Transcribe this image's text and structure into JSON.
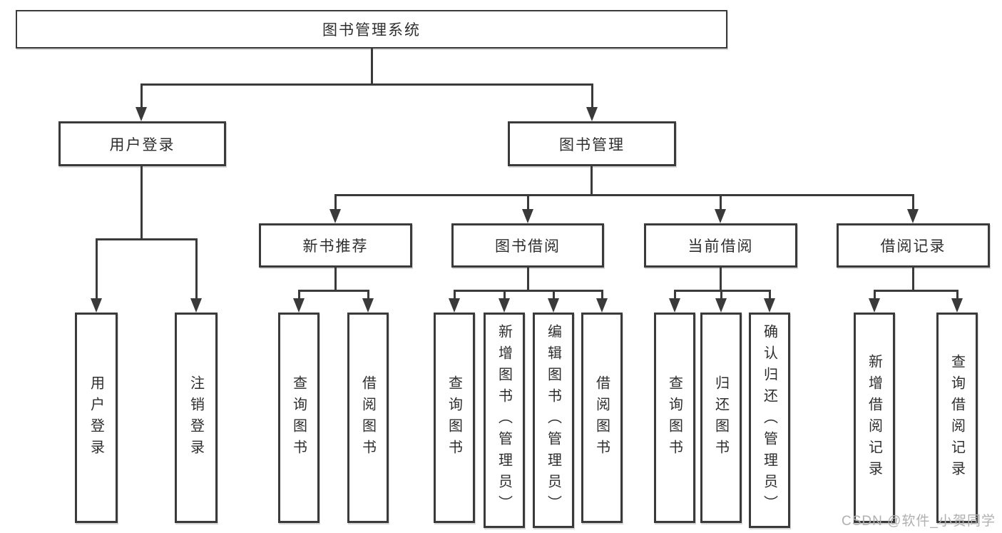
{
  "nodes": {
    "root": "图书管理系统",
    "user_login": "用户登录",
    "book_mgmt": "图书管理",
    "new_book_rec": "新书推荐",
    "book_borrow": "图书借阅",
    "current_borrow": "当前借阅",
    "borrow_records": "借阅记录",
    "leaf_user_login": "用户登录",
    "leaf_logout": "注销登录",
    "leaf_query_book_1": "查询图书",
    "leaf_borrow_book_1": "借阅图书",
    "leaf_query_book_2": "查询图书",
    "leaf_add_book_admin": "新增图书（管理员）",
    "leaf_edit_book_admin": "编辑图书（管理员）",
    "leaf_borrow_book_2": "借阅图书",
    "leaf_query_book_3": "查询图书",
    "leaf_return_book": "归还图书",
    "leaf_confirm_return_admin": "确认归还（管理员）",
    "leaf_add_borrow_record": "新增借阅记录",
    "leaf_query_borrow_record": "查询借阅记录"
  },
  "watermark": "CSDN @软件_小贺同学",
  "colors": {
    "line": "#3a3a3a",
    "box_border": "#3a3a3a",
    "text": "#2e2e2e",
    "background": "#ffffff",
    "watermark": "#b0b0b0"
  }
}
